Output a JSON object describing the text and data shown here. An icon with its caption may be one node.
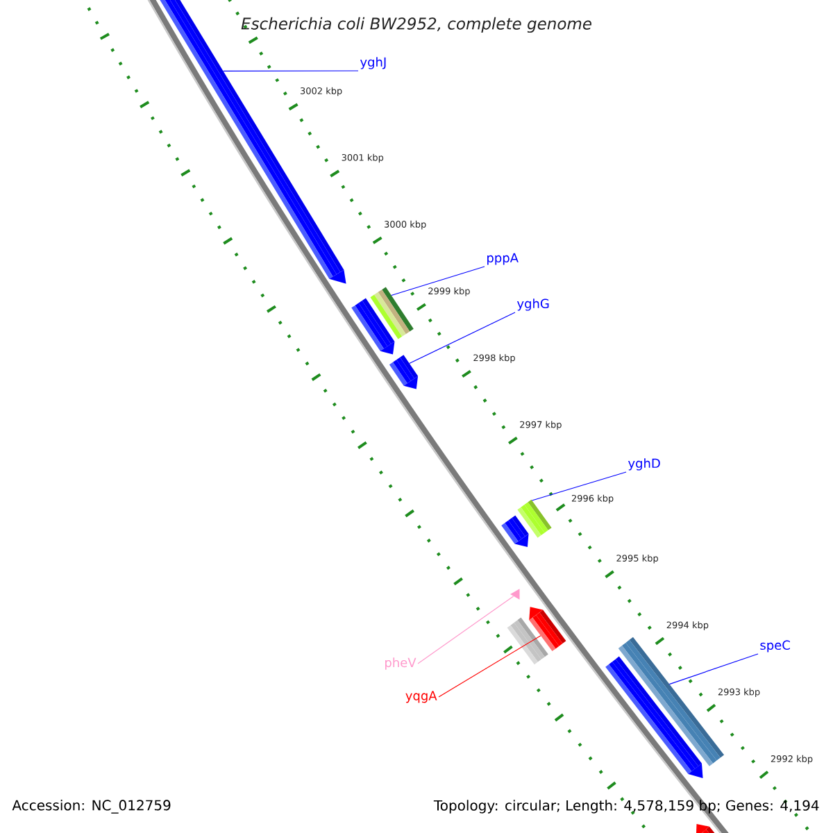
{
  "diagram": {
    "title": "Escherichia coli BW2952, complete genome",
    "nodes": [
      {
        "text": [
          "yghJ"
        ]
      },
      {
        "text": [],
        "shape": "arrow"
      },
      {
        "text": [
          "pppA"
        ]
      },
      {
        "text": [],
        "shape": "bar"
      },
      {
        "text": [],
        "shape": "arrow"
      },
      {
        "text": [
          "yghG"
        ]
      },
      {
        "text": [],
        "shape": "arrow"
      },
      {
        "text": [
          "yghD"
        ]
      },
      {
        "text": [],
        "shape": "bar"
      },
      {
        "text": [],
        "shape": "arrow"
      },
      {
        "text": [
          "speC"
        ]
      },
      {
        "text": [],
        "shape": "bar"
      },
      {
        "text": [],
        "shape": "arrow"
      },
      {
        "text": [
          "pheV"
        ]
      },
      {
        "text": [],
        "shape": "triangle"
      },
      {
        "text": [
          "yqgA"
        ]
      },
      {
        "text": [],
        "shape": "arrow"
      },
      {
        "text": [],
        "shape": "bar"
      },
      {
        "text": [],
        "shape": "arrow"
      }
    ],
    "edges": [
      {
        "from": 0,
        "to": 1,
        "arrow": "none"
      },
      {
        "from": 2,
        "to": 3,
        "arrow": "none"
      },
      {
        "from": 5,
        "to": 6,
        "arrow": "none"
      },
      {
        "from": 7,
        "to": 8,
        "arrow": "none"
      },
      {
        "from": 10,
        "to": 11,
        "arrow": "none"
      },
      {
        "from": 13,
        "to": 14,
        "arrow": "none",
        "color": "#ff99cc"
      },
      {
        "from": 15,
        "to": 16,
        "arrow": "none",
        "color": "#ff0000"
      }
    ],
    "labels": [
      "3002 kbp",
      "3001 kbp",
      "3000 kbp",
      "2999 kbp",
      "2998 kbp",
      "2997 kbp",
      "2996 kbp",
      "2995 kbp",
      "2994 kbp",
      "2993 kbp",
      "2992 kbp",
      "Accession: NC_012759",
      "Topology: circular; Length: 4,578,159 bp; Genes: 4,194"
    ]
  }
}
